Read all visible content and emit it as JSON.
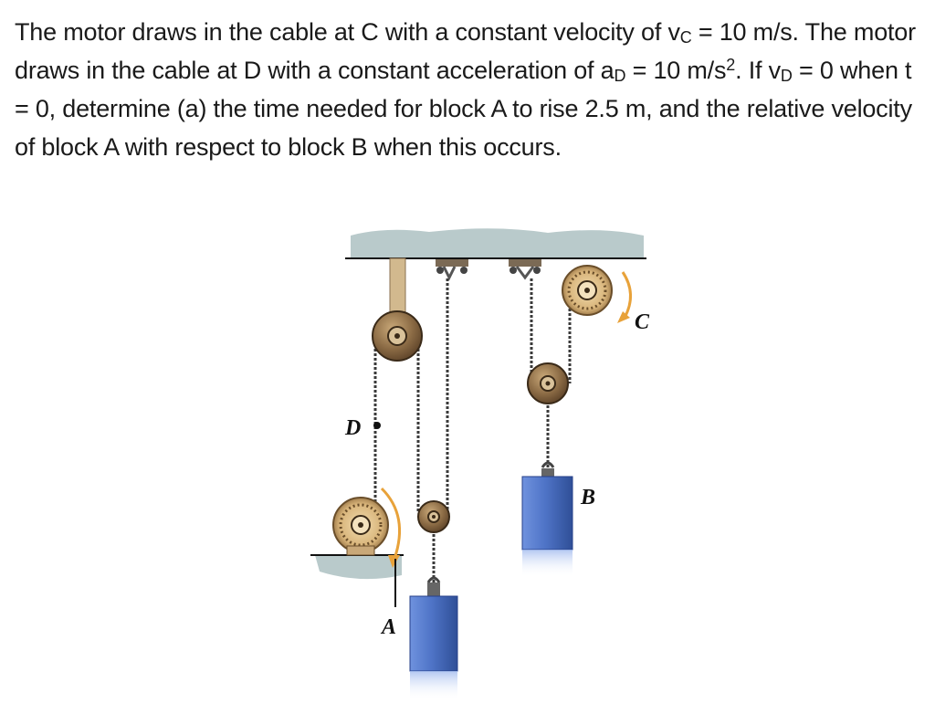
{
  "problem": {
    "p1": "The motor draws in the cable at C with a constant velocity of v",
    "p1_sub": "C",
    "p2": " = 10 m/s. The motor draws in the cable at D with a constant acceleration of a",
    "p2_sub": "D",
    "p3": " = 10 m/s",
    "p3_sup": "2",
    "p4": ". If v",
    "p4_sub": "D",
    "p5": " = 0 when t = 0, determine (a) the time needed for block A to rise 2.5 m, and the relative velocity of block A with respect to block B when this occurs."
  },
  "figure": {
    "labels": {
      "D": "D",
      "A": "A",
      "B": "B",
      "C": "C"
    }
  },
  "colors": {
    "ceiling": "#b9cacb",
    "pulley": "#8a6a44",
    "block": "#4f74c7",
    "arrow": "#e8a23a"
  }
}
